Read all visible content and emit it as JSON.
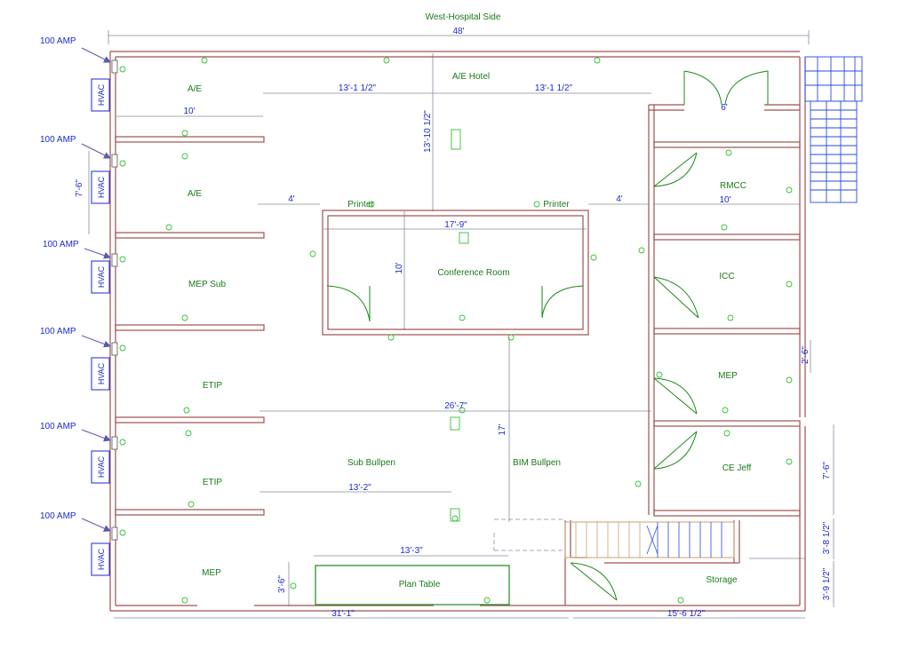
{
  "title": "West-Hospital Side",
  "overall_dim": "48'",
  "panel_label": "100 AMP",
  "hvac_label": "HVAC",
  "rooms": {
    "ae_1": "A/E",
    "ae_2": "A/E",
    "mep_sub": "MEP Sub",
    "etip_1": "ETIP",
    "etip_2": "ETIP",
    "mep_left": "MEP",
    "ae_hotel": "A/E Hotel",
    "conference": "Conference Room",
    "sub_bullpen": "Sub Bullpen",
    "bim_bullpen": "BIM Bullpen",
    "plan_table": "Plan Table",
    "rmcc": "RMCC",
    "icc": "ICC",
    "mep_right": "MEP",
    "ce_jeff": "CE Jeff",
    "storage": "Storage"
  },
  "labels": {
    "printer_1": "Printer",
    "printer_2": "Printer"
  },
  "dims": {
    "d10_left": "10'",
    "d13_1": "13'-1 1/2\"",
    "d13_2": "13'-1 1/2\"",
    "d13_10": "13'-10 1/2\"",
    "d7_6_left": "7'-6\"",
    "d4_left": "4'",
    "d4_right": "4'",
    "d17_9": "17'-9\"",
    "d10_conf": "10'",
    "d10_rmcc": "10'",
    "d6_door": "6'",
    "d2_6": "2'-6\"",
    "d26_7": "26'-7\"",
    "d17": "17'",
    "d13_2in": "13'-2\"",
    "d13_3": "13'-3\"",
    "d3_6": "3'-6\"",
    "d31_1": "31'-1\"",
    "d15_6": "15'-6 1/2\"",
    "d7_6_right": "7'-6\"",
    "d3_8": "3'-8 1/2\"",
    "d3_9": "3'-9 1/2\""
  },
  "colors": {
    "wall": "#a05050",
    "text": "#1a7a1a",
    "dim": "#1a2ad0",
    "dimline": "#8a8aa0",
    "fixture": "#36c036",
    "stair": "#2a4ae0"
  }
}
